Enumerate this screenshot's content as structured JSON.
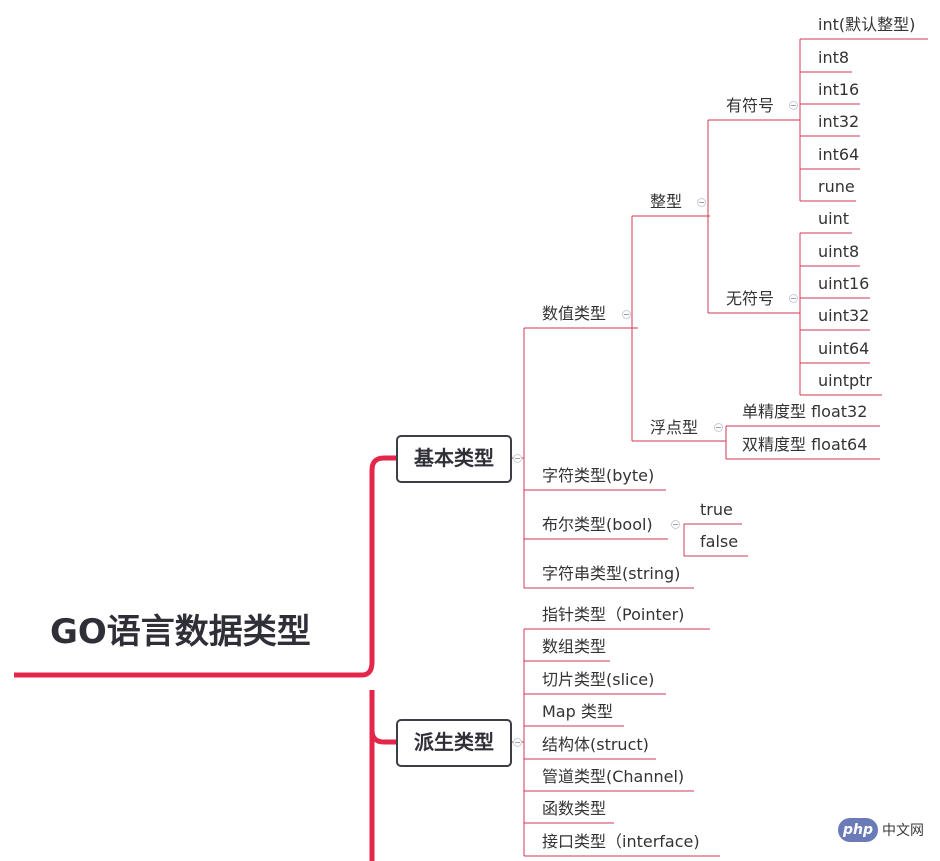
{
  "root": "GO语言数据类型",
  "branches": {
    "basic": {
      "label": "基本类型",
      "numeric": {
        "label": "数值类型",
        "integer": {
          "label": "整型",
          "signed": {
            "label": "有符号",
            "items": [
              "int(默认整型)",
              "int8",
              "int16",
              "int32",
              "int64",
              "rune"
            ]
          },
          "unsigned": {
            "label": "无符号",
            "items": [
              "uint",
              "uint8",
              "uint16",
              "uint32",
              "uint64",
              "uintptr"
            ]
          }
        },
        "float": {
          "label": "浮点型",
          "items": [
            "单精度型 float32",
            "双精度型 float64"
          ]
        }
      },
      "char": "字符类型(byte)",
      "bool": {
        "label": "布尔类型(bool)",
        "items": [
          "true",
          "false"
        ]
      },
      "string": "字符串类型(string)"
    },
    "derived": {
      "label": "派生类型",
      "items": [
        "指针类型（Pointer)",
        "数组类型",
        "切片类型(slice)",
        "Map 类型",
        "结构体(struct)",
        "管道类型(Channel)",
        "函数类型",
        "接口类型（interface)"
      ]
    }
  },
  "watermark": {
    "logo": "php",
    "text": "中文网"
  },
  "colors": {
    "accent": "#e5264b",
    "branch": "#d23a55",
    "node_text": "#333333"
  }
}
